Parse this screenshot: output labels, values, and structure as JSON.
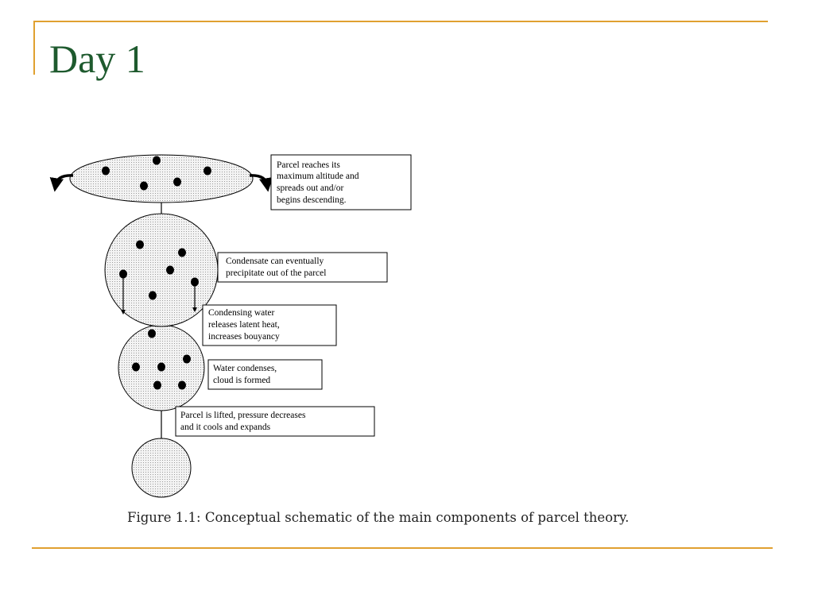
{
  "slide": {
    "title": "Day 1"
  },
  "figure": {
    "caption": "Figure 1.1: Conceptual schematic of the main components of parcel theory.",
    "labels": {
      "top": [
        "Parcel reaches its",
        "maximum altitude and",
        "spreads out and/or",
        "begins descending."
      ],
      "precipitate": [
        "Condensate can eventually",
        "precipitate out of the parcel"
      ],
      "latent_heat": [
        "Condensing water",
        "releases latent heat,",
        "increases bouyancy"
      ],
      "condense": [
        "Water condenses,",
        "cloud is formed"
      ],
      "lifted": [
        "Parcel is lifted, pressure decreases",
        "and it cools and expands"
      ]
    }
  },
  "colors": {
    "accent_rule": "#e0a030",
    "title": "#1e5a2e"
  }
}
